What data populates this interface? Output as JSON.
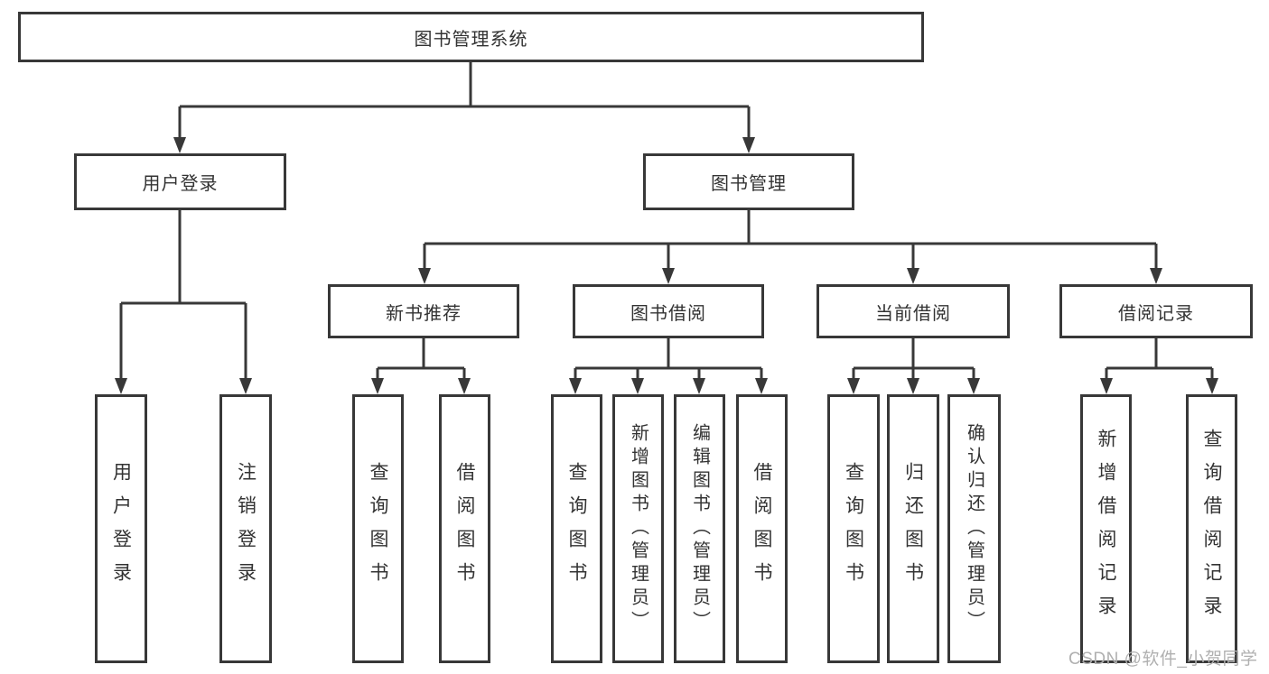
{
  "diagram_title": "图书管理系统",
  "nodes": {
    "root": "图书管理系统",
    "user_login": "用户登录",
    "book_management": "图书管理",
    "new_book_recommend": "新书推荐",
    "book_borrowing": "图书借阅",
    "current_borrowing": "当前借阅",
    "borrowing_records": "借阅记录",
    "leaf_user_login": "用户登录",
    "leaf_logout": "注销登录",
    "leaf_query_books_recommend": "查询图书",
    "leaf_borrow_books_recommend": "借阅图书",
    "leaf_query_books_borrowing": "查询图书",
    "leaf_add_books_admin": "新增图书（管理员）",
    "leaf_edit_books_admin": "编辑图书（管理员）",
    "leaf_borrow_books": "借阅图书",
    "leaf_query_books_current": "查询图书",
    "leaf_return_books": "归还图书",
    "leaf_confirm_return_admin": "确认归还（管理员）",
    "leaf_add_borrow_record": "新增借阅记录",
    "leaf_query_borrow_record": "查询借阅记录"
  },
  "hierarchy": {
    "图书管理系统": {
      "用户登录": [
        "用户登录",
        "注销登录"
      ],
      "图书管理": {
        "新书推荐": [
          "查询图书",
          "借阅图书"
        ],
        "图书借阅": [
          "查询图书",
          "新增图书（管理员）",
          "编辑图书（管理员）",
          "借阅图书"
        ],
        "当前借阅": [
          "查询图书",
          "归还图书",
          "确认归还（管理员）"
        ],
        "借阅记录": [
          "新增借阅记录",
          "查询借阅记录"
        ]
      }
    }
  },
  "watermark": "CSDN @软件_小贺同学",
  "colors": {
    "line": "#383838",
    "text": "#333333",
    "background": "#ffffff",
    "watermark": "#b0b0b0"
  }
}
